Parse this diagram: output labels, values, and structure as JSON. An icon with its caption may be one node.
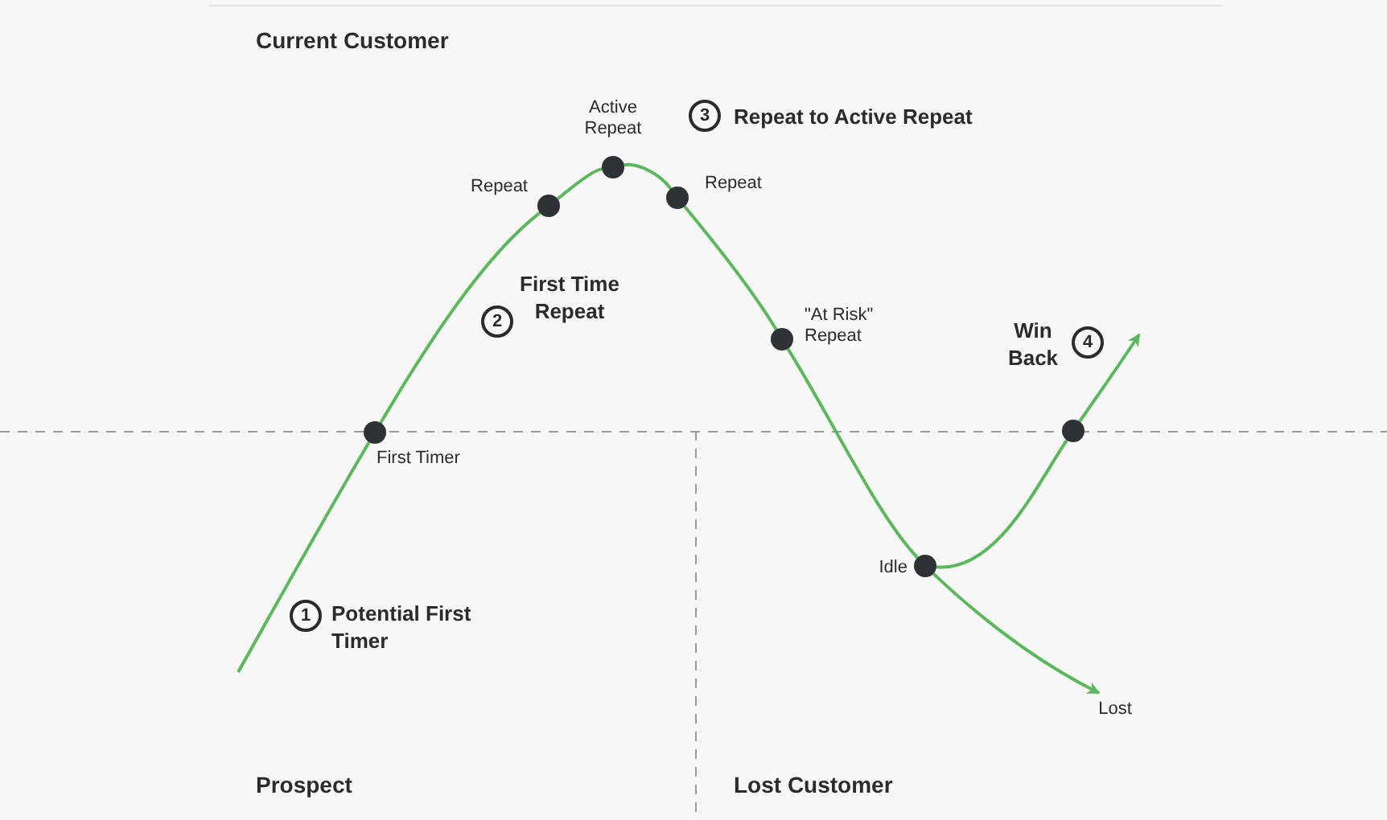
{
  "diagram": {
    "nodes": [
      {
        "text": [],
        "shape": "circle",
        "beside": [
          "First Timer"
        ]
      },
      {
        "text": [],
        "shape": "circle",
        "beside": [
          "Repeat"
        ]
      },
      {
        "text": [],
        "shape": "circle",
        "beside": [
          "Active Repeat"
        ]
      },
      {
        "text": [],
        "shape": "circle",
        "beside": [
          "Repeat"
        ]
      },
      {
        "text": [],
        "shape": "circle",
        "beside": [
          "\"At Risk\" Repeat"
        ]
      },
      {
        "text": [],
        "shape": "circle",
        "beside": [
          "Idle"
        ]
      },
      {
        "text": [],
        "shape": "circle"
      },
      {
        "text": [
          "Lost"
        ]
      }
    ],
    "edges": [
      {
        "from": null,
        "to": 0,
        "arrow": "none"
      },
      {
        "from": 0,
        "to": 1,
        "arrow": "none"
      },
      {
        "from": 1,
        "to": 2,
        "arrow": "none"
      },
      {
        "from": 2,
        "to": 3,
        "arrow": "none"
      },
      {
        "from": 3,
        "to": 4,
        "arrow": "none"
      },
      {
        "from": 4,
        "to": 5,
        "arrow": "none"
      },
      {
        "from": 5,
        "to": 6,
        "arrow": "none"
      },
      {
        "from": 6,
        "to": null,
        "arrow": "to"
      },
      {
        "from": 5,
        "to": 7,
        "arrow": "to"
      }
    ],
    "labels": [
      "Current Customer",
      "3",
      "Repeat to Active Repeat",
      "First Time Repeat",
      "2",
      "Win Back",
      "4",
      "1",
      "Potential First Timer",
      "Prospect",
      "Lost Customer"
    ]
  }
}
